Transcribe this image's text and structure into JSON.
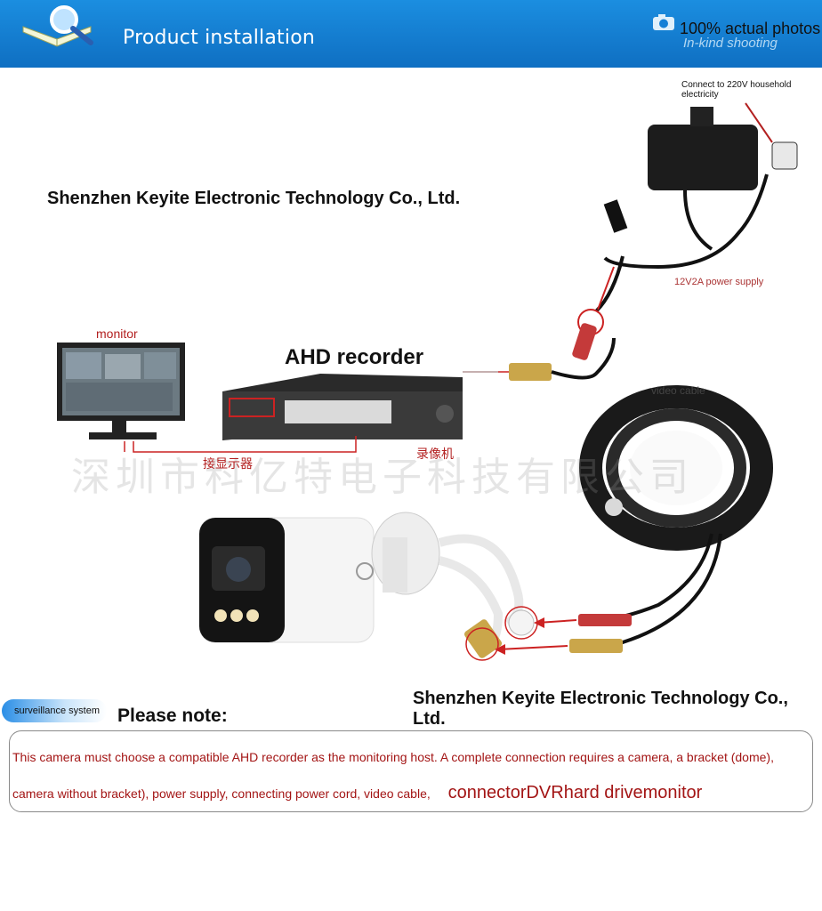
{
  "header": {
    "title": "Product installation",
    "photos_tag": "100% actual photos",
    "photos_sub": "In-kind shooting"
  },
  "diagram": {
    "power_note": "Connect to 220V household electricity",
    "power_supply": "12V2A power supply",
    "company_top": "Shenzhen Keyite Electronic Technology Co., Ltd.",
    "monitor": "monitor",
    "recorder": "AHD recorder",
    "video_cable": "video cable",
    "monitor_cn": "接显示器",
    "recorder_cn": "录像机",
    "watermark": "深圳市科亿特电子科技有限公司",
    "company_bottom": "Shenzhen Keyite Electronic Technology Co., Ltd."
  },
  "notes": {
    "pill": "surveillance system",
    "title": "Please note:",
    "line1": "This camera must choose a compatible AHD recorder as the monitoring host. A complete connection requires a camera, a bracket (dome),",
    "line2": "camera without bracket), power supply, connecting power cord, video cable,",
    "line2_tail": "\u0003connector\u0003DVR\u0003hard drive\u0003monitor"
  },
  "colors": {
    "banner": "#1480d6",
    "accent_red": "#b32020",
    "note_text": "#a31515"
  }
}
